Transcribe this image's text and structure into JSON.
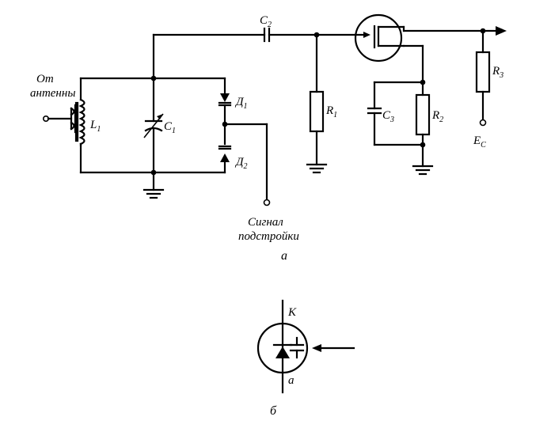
{
  "labels": {
    "from_antenna_1": "От",
    "from_antenna_2": "антенны",
    "L1": {
      "main": "L",
      "sub": "1"
    },
    "C1": {
      "main": "C",
      "sub": "1"
    },
    "C2": {
      "main": "C",
      "sub": "2"
    },
    "C3": {
      "main": "C",
      "sub": "3"
    },
    "D1": {
      "main": "Д",
      "sub": "1"
    },
    "D2": {
      "main": "Д",
      "sub": "2"
    },
    "R1": {
      "main": "R",
      "sub": "1"
    },
    "R2": {
      "main": "R",
      "sub": "2"
    },
    "R3": {
      "main": "R",
      "sub": "3"
    },
    "Ec": {
      "main": "E",
      "sub": "C"
    },
    "signal_1": "Сигнал",
    "signal_2": "подстройки",
    "fig_a": "а",
    "fig_b": "б",
    "pin_k": "К",
    "pin_a": "а"
  }
}
